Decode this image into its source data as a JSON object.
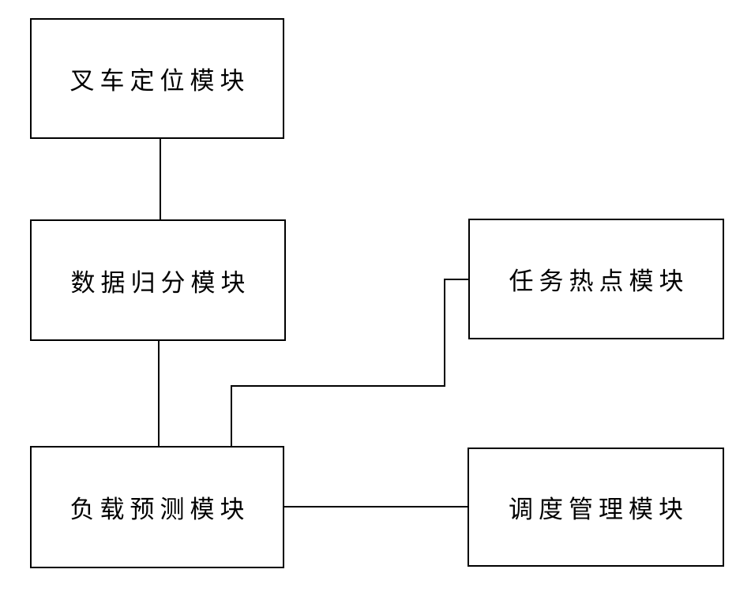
{
  "figure": {
    "background_color": "#ffffff",
    "line_color": "#000000",
    "text_color": "#000000"
  },
  "diagram": {
    "type": "block-diagram",
    "nodes": [
      {
        "id": "forklift-positioning-module",
        "label": "叉车定位模块"
      },
      {
        "id": "data-grouping-module",
        "label": "数据归分模块"
      },
      {
        "id": "task-hotspot-module",
        "label": "任务热点模块"
      },
      {
        "id": "load-prediction-module",
        "label": "负载预测模块"
      },
      {
        "id": "dispatch-management-module",
        "label": "调度管理模块"
      }
    ],
    "edges": [
      {
        "from": "forklift-positioning-module",
        "to": "data-grouping-module",
        "style": "straight-vertical"
      },
      {
        "from": "data-grouping-module",
        "to": "load-prediction-module",
        "style": "straight-vertical"
      },
      {
        "from": "task-hotspot-module",
        "to": "load-prediction-module",
        "style": "elbow"
      },
      {
        "from": "load-prediction-module",
        "to": "dispatch-management-module",
        "style": "straight-horizontal"
      }
    ]
  }
}
